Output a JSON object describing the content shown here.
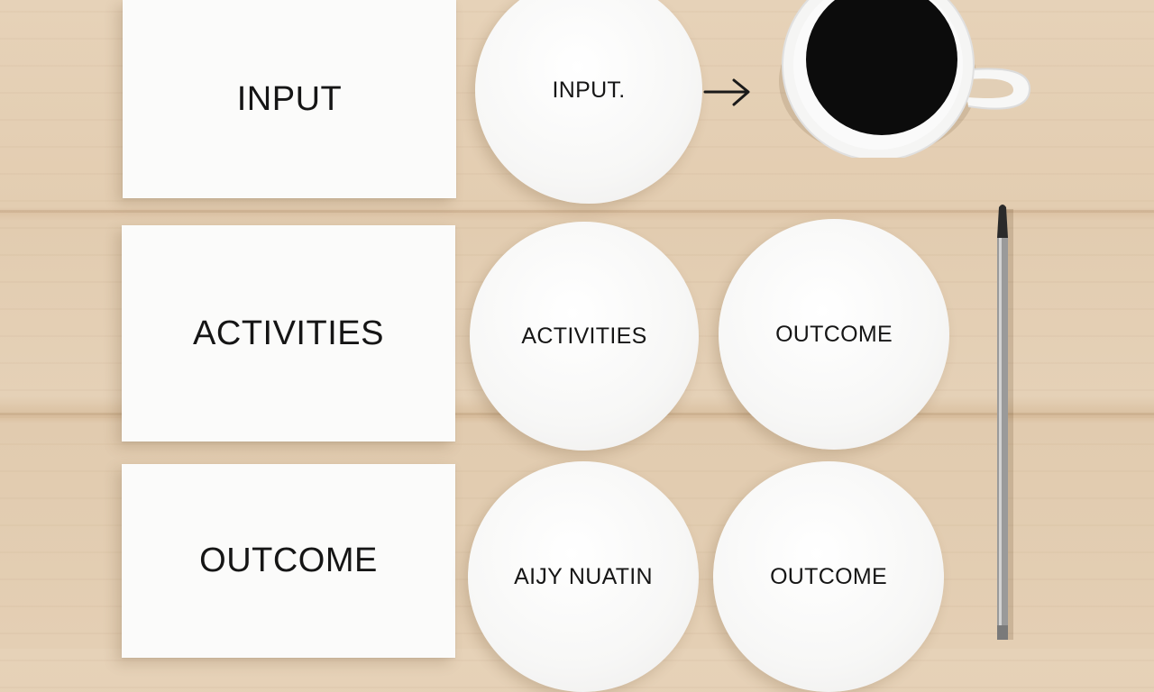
{
  "cards": {
    "input": "INPUT",
    "activities": "ACTIVITIES",
    "outcome": "OUTCOME"
  },
  "discs": {
    "input": "INPUT.",
    "activities": "ACTIVITIES",
    "outcome_row2": "OUTCOME",
    "garbled": "AIJY NUATIN",
    "outcome_row3": "OUTCOME"
  },
  "icons": [
    "arrow-right-icon",
    "coffee-cup-icon",
    "pencil-icon"
  ]
}
